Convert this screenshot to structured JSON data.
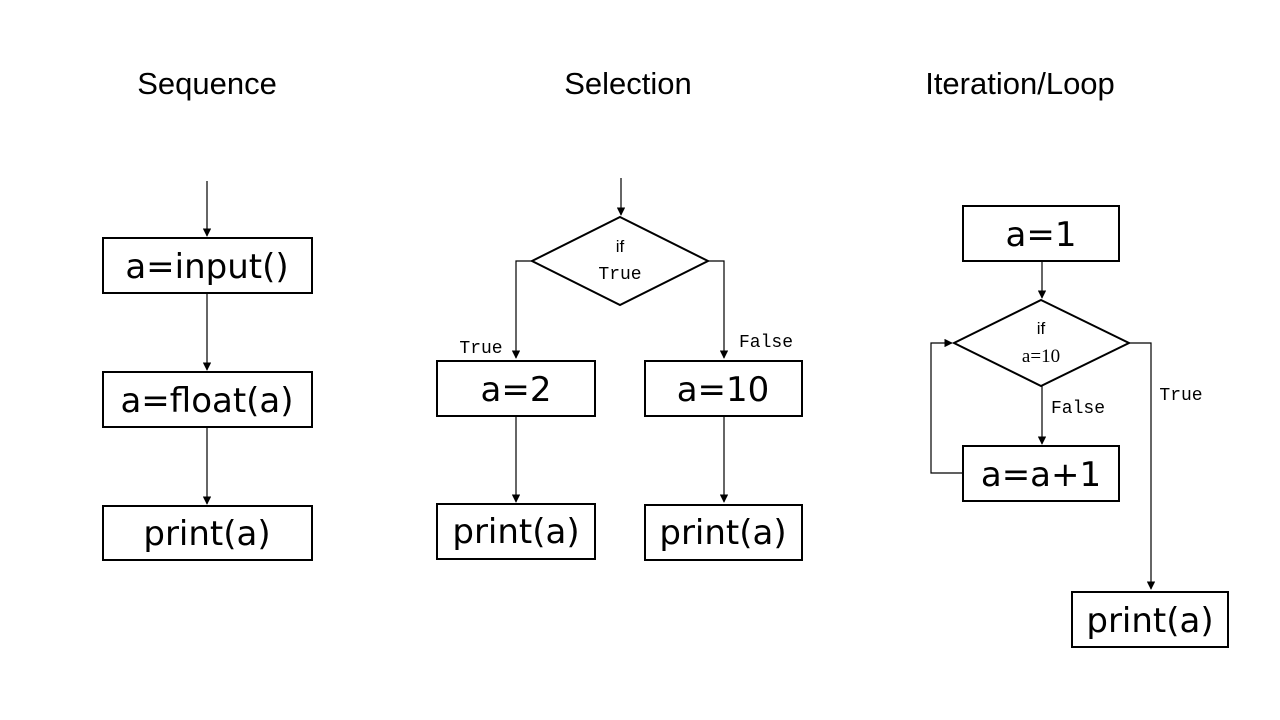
{
  "headings": {
    "sequence": "Sequence",
    "selection": "Selection",
    "iteration": "Iteration/Loop"
  },
  "sequence": {
    "step1": "a=input()",
    "step2": "a=float(a)",
    "step3": "print(a)"
  },
  "selection": {
    "condition_if": "if",
    "condition_value": "True",
    "true_label": "True",
    "false_label": "False",
    "true_step": "a=2",
    "false_step": "a=10",
    "true_print": "print(a)",
    "false_print": "print(a)"
  },
  "iteration": {
    "init": "a=1",
    "condition_if": "if",
    "condition_value": "a=10",
    "false_label": "False",
    "true_label": "True",
    "increment": "a=a+1",
    "print": "print(a)"
  }
}
